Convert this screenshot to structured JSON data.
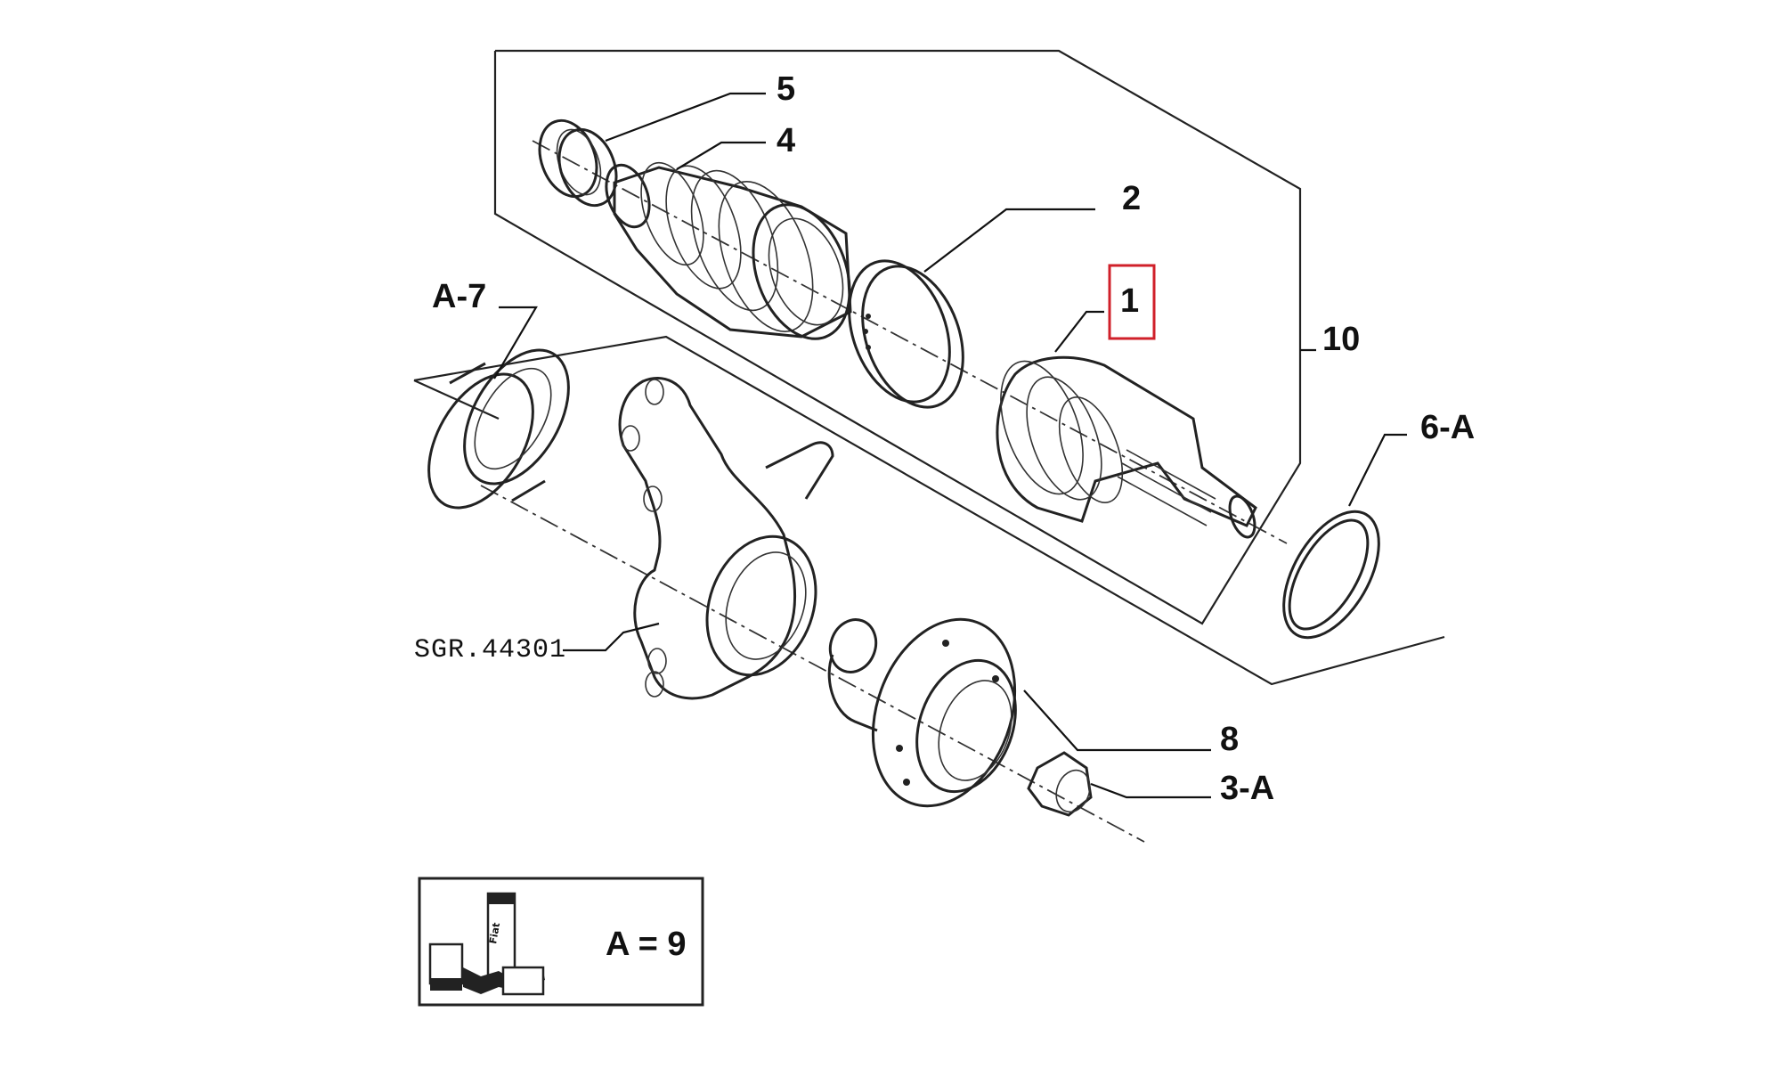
{
  "diagram": {
    "callouts": {
      "p5": "5",
      "p4": "4",
      "p2": "2",
      "p1": "1",
      "p10": "10",
      "pA7": "A-7",
      "p6A": "6-A",
      "p8": "8",
      "p3A": "3-A"
    },
    "part_code": "SGR.44301",
    "legend": {
      "text": "A = 9",
      "can_brand": "Fiat"
    },
    "highlight_color": "#d0202a"
  }
}
